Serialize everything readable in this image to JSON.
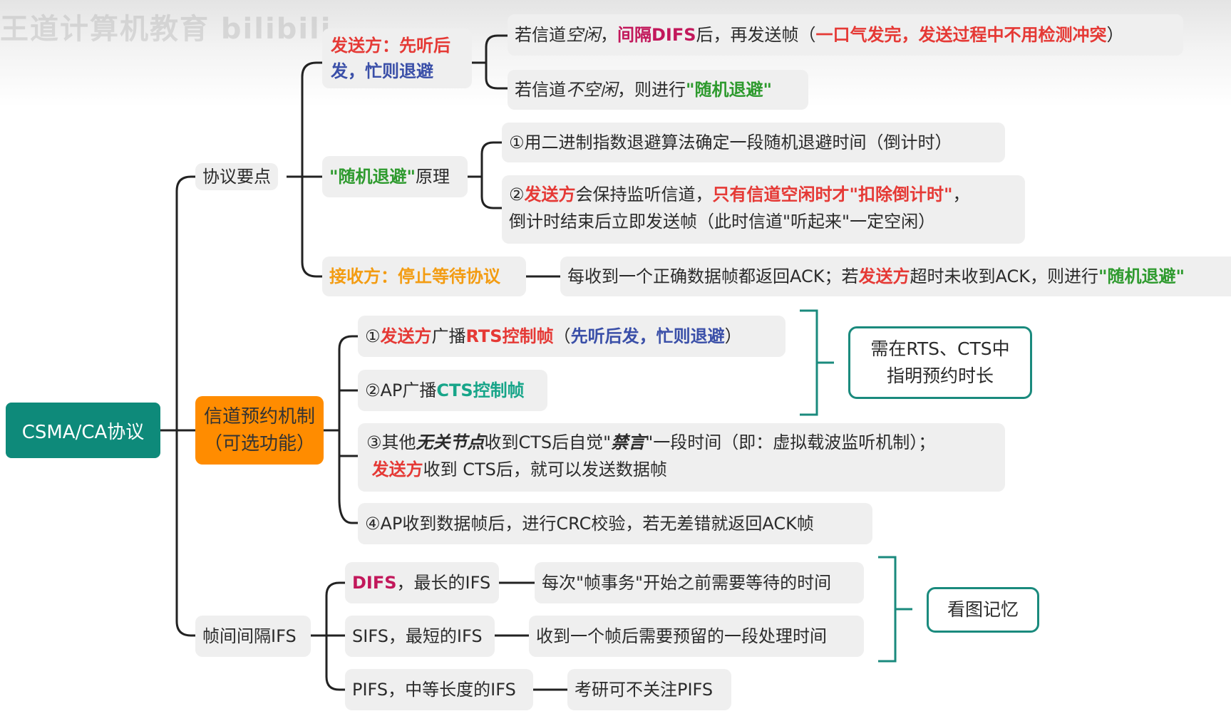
{
  "watermark": "王道计算机教育 bilibili",
  "root": {
    "label": "CSMA/CA协议"
  },
  "protocol": {
    "label": "协议要点",
    "sender": {
      "label_a": "发送方：先听后",
      "label_b": "发，忙则退避"
    },
    "sender_idle": {
      "p1": "若信道",
      "p2": "空闲",
      "p3": "，",
      "p4": "间隔DIFS",
      "p5": "后，再发送帧（",
      "p6": "一口气发完，发送过程中不用检测冲突",
      "p7": "）"
    },
    "sender_busy": {
      "p1": "若信道",
      "p2": "不空闲",
      "p3": "，则进行",
      "p4": "\"随机退避\""
    },
    "backoff": {
      "p1": "\"随机退避\"",
      "p2": "原理"
    },
    "backoff_1": {
      "text": "①用二进制指数退避算法确定一段随机退避时间（倒计时）"
    },
    "backoff_2": {
      "p1": "②",
      "p2": "发送方",
      "p3": "会保持监听信道，",
      "p4": "只有信道空闲时才\"扣除倒计时\"",
      "p5": "，",
      "line2": "倒计时结束后立即发送帧（此时信道\"听起来\"一定空闲）"
    },
    "receiver": {
      "label": "接收方：停止等待协议"
    },
    "receiver_desc": {
      "p1": "每收到一个正确数据帧都返回ACK；若",
      "p2": "发送方",
      "p3": "超时未收到ACK，则进行",
      "p4": "\"随机退避\""
    }
  },
  "reservation": {
    "label_a": "信道预约机制",
    "label_b": "（可选功能）",
    "step1": {
      "p1": "①",
      "p2": "发送方",
      "p3": "广播",
      "p4": "RTS控制帧",
      "p5": "（",
      "p6": "先听后发，忙则退避",
      "p7": "）"
    },
    "step2": {
      "p1": "②AP广播",
      "p2": "CTS控制帧"
    },
    "step3": {
      "p1": "③其他",
      "p2": "无关节点",
      "p3": "收到CTS后自觉\"",
      "p4": "禁言",
      "p5": "\"一段时间（即：虚拟载波监听机制）；",
      "p6": "发送方",
      "p7": "收到 CTS后，就可以发送数据帧"
    },
    "step4": {
      "text": "④AP收到数据帧后，进行CRC校验，若无差错就返回ACK帧"
    },
    "note": {
      "line1": "需在RTS、CTS中",
      "line2": "指明预约时长"
    }
  },
  "ifs": {
    "label": "帧间间隔IFS",
    "difs": {
      "p1": "DIFS",
      "p2": "，最长的IFS",
      "desc": "每次\"帧事务\"开始之前需要等待的时间"
    },
    "sifs": {
      "label": "SIFS，最短的IFS",
      "desc": "收到一个帧后需要预留的一段处理时间"
    },
    "pifs": {
      "label": "PIFS，中等长度的IFS",
      "desc": "考研可不关注PIFS"
    },
    "note": {
      "text": "看图记忆"
    }
  },
  "colors": {
    "root": "#0e8a7a",
    "orange_node": "#ff8c00",
    "red": "#e53935",
    "blue": "#3a4fa8",
    "green": "#2e9a2e",
    "orange_text": "#f39c12",
    "pink": "#c2185b",
    "teal": "#17a589",
    "node_bg": "#efefef",
    "line": "#222222",
    "bracket": "#1a8a7d"
  }
}
